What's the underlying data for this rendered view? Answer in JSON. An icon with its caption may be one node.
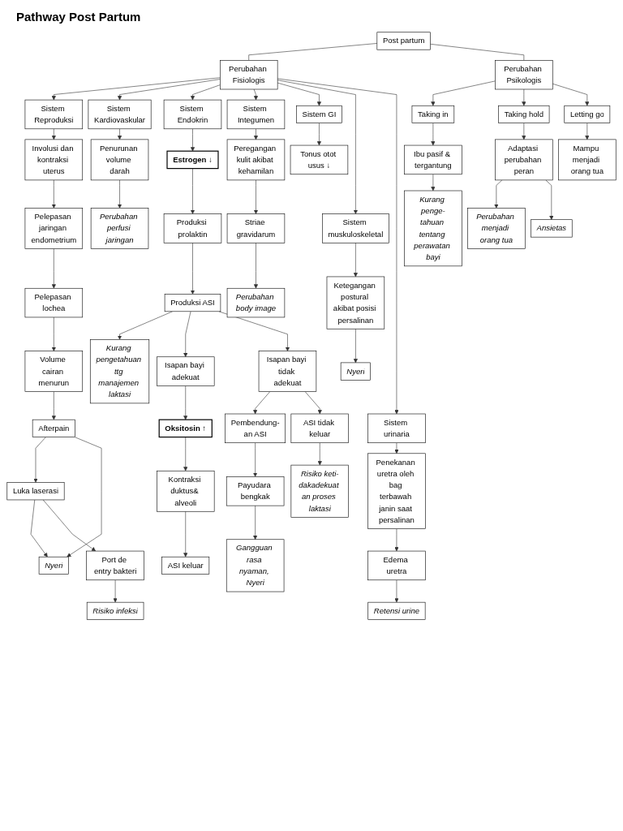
{
  "diagram": {
    "title": "Pathway Post Partum",
    "nodes": [
      {
        "text": [
          "Post partum"
        ]
      },
      {
        "text": [
          "Perubahan Fisiologis"
        ]
      },
      {
        "text": [
          "Perubahan Psikologis"
        ]
      },
      {
        "text": [
          "Sistem Reproduksi"
        ]
      },
      {
        "text": [
          "Sistem Kardiovaskular"
        ]
      },
      {
        "text": [
          "Sistem Endokrin"
        ]
      },
      {
        "text": [
          "Sistem Integumen"
        ]
      },
      {
        "text": [
          "Sistem GI"
        ]
      },
      {
        "text": [
          "Taking in"
        ]
      },
      {
        "text": [
          "Taking hold"
        ]
      },
      {
        "text": [
          "Letting go"
        ]
      },
      {
        "text": [
          "Involusi dan kontraksi uterus"
        ]
      },
      {
        "text": [
          "Penurunan volume darah"
        ]
      },
      {
        "text": [
          "Estrogen ↓"
        ]
      },
      {
        "text": [
          "Peregangan kulit akibat kehamilan"
        ]
      },
      {
        "text": [
          "Tonus otot usus ↓"
        ]
      },
      {
        "text": [
          "Ibu pasif & tergantung"
        ]
      },
      {
        "text": [
          "Adaptasi perubahan peran"
        ]
      },
      {
        "text": [
          "Mampu menjadi orang tua"
        ]
      },
      {
        "text": [
          "Pelepasan jaringan endometrium"
        ]
      },
      {
        "text": [
          "Perubahan perfusi jaringan"
        ]
      },
      {
        "text": [
          "Produksi prolaktin"
        ]
      },
      {
        "text": [
          "Striae gravidarum"
        ]
      },
      {
        "text": [
          "Sistem muskuloskeletal"
        ]
      },
      {
        "text": [
          "Produksi ASI"
        ]
      },
      {
        "text": [
          "Kurang pengetahuan ttg manajemen laktasi"
        ]
      },
      {
        "text": [
          "Pelepasan lochea"
        ]
      },
      {
        "text": [
          "Perubahan body image"
        ]
      },
      {
        "text": [
          "Ketegangan postural akibat posisi persalinan"
        ]
      },
      {
        "text": [
          "Kurang penge-tahuan tentang perawatan bayi"
        ]
      },
      {
        "text": [
          "Perubahan menjadi orang tua"
        ]
      },
      {
        "text": [
          "Isapan bayi adekuat"
        ]
      },
      {
        "text": [
          "Isapan bayi tidak adekuat"
        ]
      },
      {
        "text": [
          "ASI tidak keluar"
        ]
      },
      {
        "text": [
          "Volume cairan menurun"
        ]
      },
      {
        "text": [
          "Nyeri"
        ]
      },
      {
        "text": [
          "Ansietas"
        ]
      },
      {
        "text": [
          "Sistem urinaria"
        ]
      },
      {
        "text": [
          "Oksitosin ↑"
        ]
      },
      {
        "text": [
          "Pembendung-an ASI"
        ]
      },
      {
        "text": [
          "Risiko keti-dakadekuat an proses laktasi"
        ]
      },
      {
        "text": [
          "Afterpain"
        ]
      },
      {
        "text": [
          "Nyeri"
        ]
      },
      {
        "text": [
          "Kontraksi duktus& alveoli"
        ]
      },
      {
        "text": [
          "Payudara bengkak"
        ]
      },
      {
        "text": [
          "Penekanan uretra oleh bag terbawah janin saat persalinan"
        ]
      },
      {
        "text": [
          "Luka laserasi"
        ]
      },
      {
        "text": [
          "ASI keluar"
        ]
      },
      {
        "text": [
          "Gangguan rasa nyaman, Nyeri"
        ]
      },
      {
        "text": [
          "Port de entry bakteri"
        ]
      },
      {
        "text": [
          "Risiko infeksi"
        ]
      },
      {
        "text": [
          "Edema uretra"
        ]
      },
      {
        "text": [
          "Retensi urine"
        ]
      }
    ],
    "edges": [
      {
        "from": 0,
        "to": 1,
        "arrow": "none"
      },
      {
        "from": 0,
        "to": 2,
        "arrow": "none"
      },
      {
        "from": 1,
        "to": 3,
        "arrow": "to"
      },
      {
        "from": 1,
        "to": 4,
        "arrow": "to"
      },
      {
        "from": 1,
        "to": 5,
        "arrow": "to"
      },
      {
        "from": 1,
        "to": 6,
        "arrow": "to"
      },
      {
        "from": 1,
        "to": 7,
        "arrow": "to"
      },
      {
        "from": 1,
        "to": 23,
        "arrow": "to"
      },
      {
        "from": 1,
        "to": 37,
        "arrow": "to"
      },
      {
        "from": 2,
        "to": 8,
        "arrow": "to"
      },
      {
        "from": 2,
        "to": 9,
        "arrow": "to"
      },
      {
        "from": 2,
        "to": 10,
        "arrow": "to"
      },
      {
        "from": 3,
        "to": 11,
        "arrow": "to"
      },
      {
        "from": 11,
        "to": 19,
        "arrow": "to"
      },
      {
        "from": 19,
        "to": 26,
        "arrow": "to"
      },
      {
        "from": 26,
        "to": 34,
        "arrow": "to"
      },
      {
        "from": 34,
        "to": 41,
        "arrow": "to"
      },
      {
        "from": 41,
        "to": 46,
        "arrow": "to"
      },
      {
        "from": 41,
        "to": 42,
        "arrow": "to"
      },
      {
        "from": 46,
        "to": 42,
        "arrow": "to"
      },
      {
        "from": 46,
        "to": 49,
        "arrow": "to"
      },
      {
        "from": 49,
        "to": 50,
        "arrow": "to"
      },
      {
        "from": 4,
        "to": 12,
        "arrow": "to"
      },
      {
        "from": 12,
        "to": 20,
        "arrow": "to"
      },
      {
        "from": 5,
        "to": 13,
        "arrow": "to"
      },
      {
        "from": 13,
        "to": 21,
        "arrow": "to"
      },
      {
        "from": 21,
        "to": 24,
        "arrow": "to"
      },
      {
        "from": 24,
        "to": 25,
        "arrow": "to"
      },
      {
        "from": 24,
        "to": 31,
        "arrow": "to"
      },
      {
        "from": 24,
        "to": 32,
        "arrow": "to"
      },
      {
        "from": 31,
        "to": 38,
        "arrow": "to"
      },
      {
        "from": 38,
        "to": 43,
        "arrow": "to"
      },
      {
        "from": 43,
        "to": 47,
        "arrow": "to"
      },
      {
        "from": 32,
        "to": 39,
        "arrow": "to"
      },
      {
        "from": 39,
        "to": 44,
        "arrow": "to"
      },
      {
        "from": 44,
        "to": 48,
        "arrow": "to"
      },
      {
        "from": 32,
        "to": 33,
        "arrow": "to"
      },
      {
        "from": 33,
        "to": 40,
        "arrow": "to"
      },
      {
        "from": 6,
        "to": 14,
        "arrow": "to"
      },
      {
        "from": 14,
        "to": 22,
        "arrow": "to"
      },
      {
        "from": 22,
        "to": 27,
        "arrow": "to"
      },
      {
        "from": 7,
        "to": 15,
        "arrow": "to"
      },
      {
        "from": 23,
        "to": 28,
        "arrow": "to"
      },
      {
        "from": 28,
        "to": 35,
        "arrow": "to"
      },
      {
        "from": 37,
        "to": 45,
        "arrow": "to"
      },
      {
        "from": 45,
        "to": 51,
        "arrow": "to"
      },
      {
        "from": 51,
        "to": 52,
        "arrow": "to"
      },
      {
        "from": 8,
        "to": 16,
        "arrow": "to"
      },
      {
        "from": 16,
        "to": 29,
        "arrow": "to"
      },
      {
        "from": 9,
        "to": 17,
        "arrow": "to"
      },
      {
        "from": 17,
        "to": 30,
        "arrow": "to"
      },
      {
        "from": 17,
        "to": 36,
        "arrow": "to"
      },
      {
        "from": 10,
        "to": 18,
        "arrow": "to"
      }
    ]
  }
}
